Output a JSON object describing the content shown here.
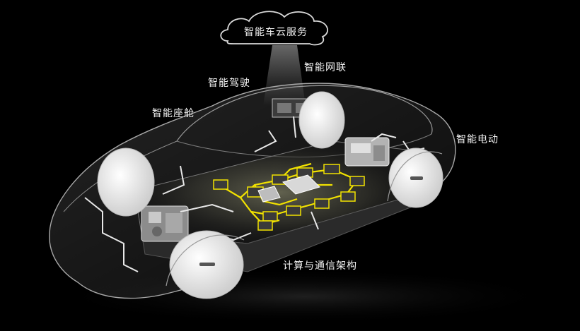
{
  "labels": {
    "cloud": "智能车云服务",
    "network": "智能网联",
    "driving": "智能驾驶",
    "cockpit": "智能座舱",
    "power": "智能电动",
    "compute": "计算与通信架构"
  },
  "colors": {
    "background": "#000000",
    "network_line": "#f2e200",
    "connector": "#e8e8e8",
    "wheel": "#f4f4f4",
    "glass": "#bfbfbf"
  }
}
